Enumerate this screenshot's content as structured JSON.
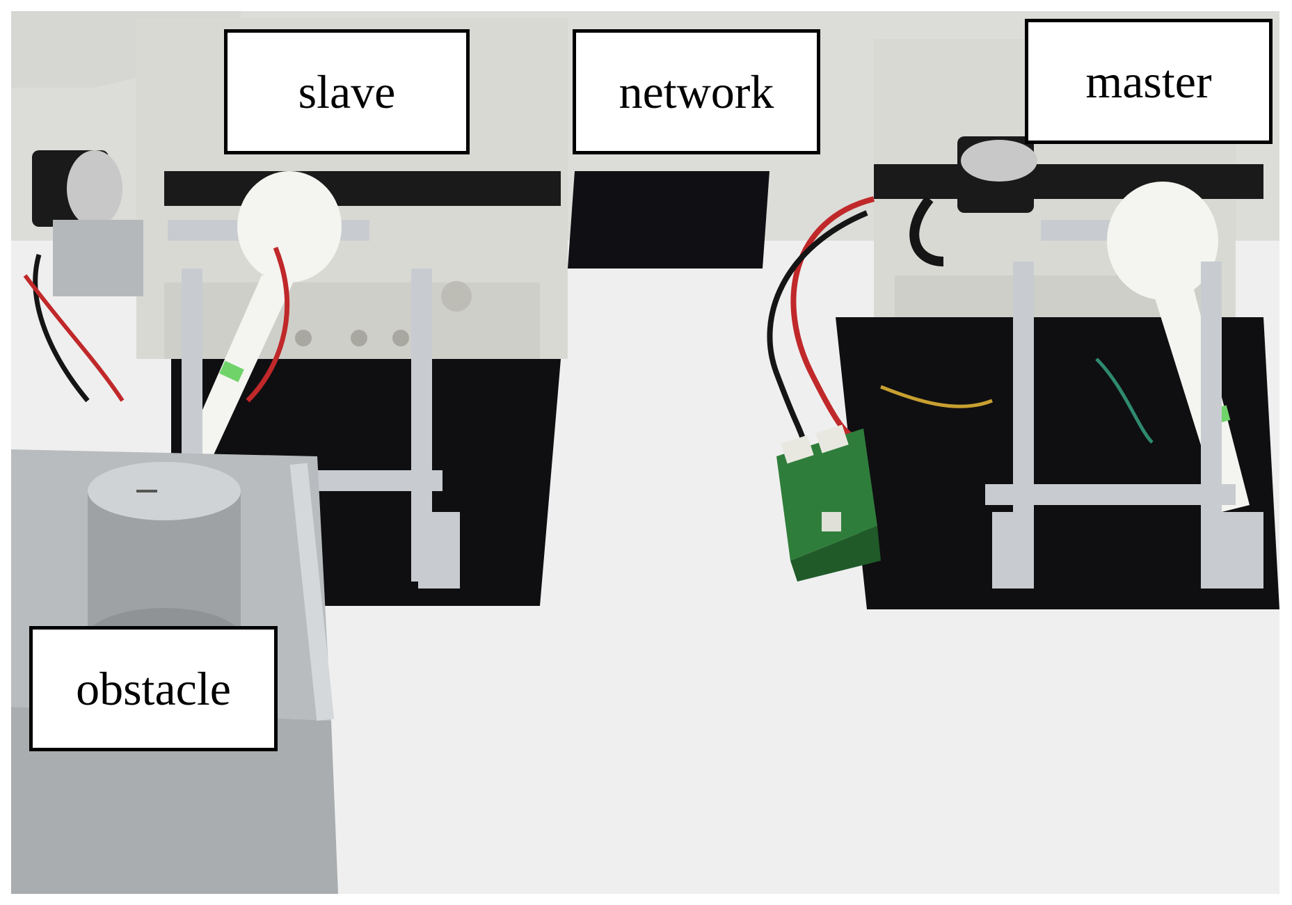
{
  "labels": {
    "slave": "slave",
    "network": "network",
    "master": "master",
    "obstacle": "obstacle"
  },
  "colors": {
    "table": "#efefef",
    "mat": "#0f0f12",
    "aluminium": "#c8ccd0",
    "nylon": "#f4f4f0",
    "pcb": "#2f7d3b",
    "wire_red": "#c0282a",
    "wire_black": "#151515"
  }
}
